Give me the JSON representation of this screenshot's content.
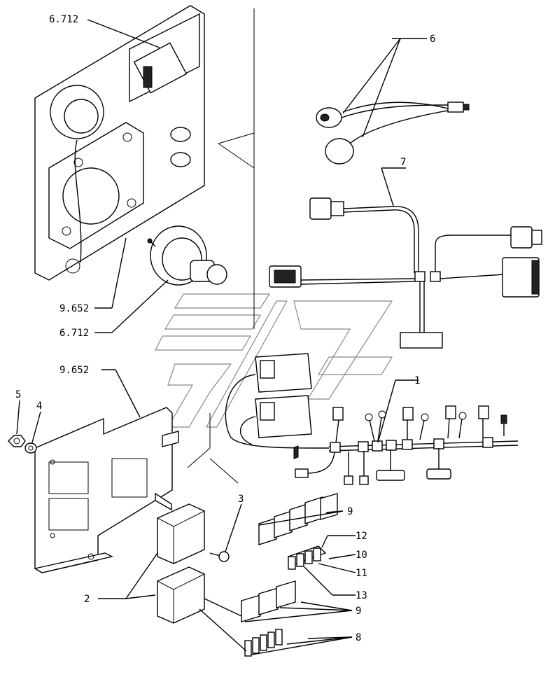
{
  "callouts": {
    "c_6712_top": "6.712",
    "c_9652_mid": "9.652",
    "c_6712_mid": "6.712",
    "c_9652_low": "9.652",
    "c_5": "5",
    "c_4": "4",
    "c_6": "6",
    "c_7": "7",
    "c_1": "1",
    "c_3": "3",
    "c_9_top": "9",
    "c_12": "12",
    "c_10": "10",
    "c_11": "11",
    "c_13": "13",
    "c_2": "2",
    "c_9_low": "9",
    "c_8": "8"
  }
}
